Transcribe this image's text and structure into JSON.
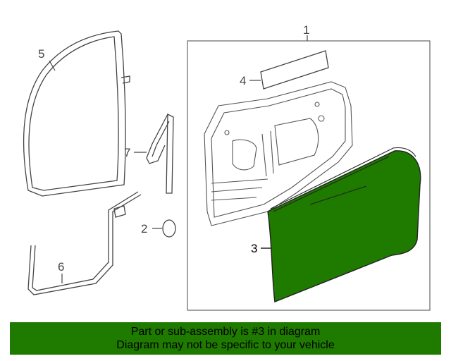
{
  "diagram": {
    "callouts": {
      "door_assembly": "1",
      "hole_plug": "2",
      "outer_panel": "3",
      "nameplate": "4",
      "body_weatherstrip": "5",
      "lower_seal": "6",
      "glass_run": "7"
    },
    "colors": {
      "highlight_fill": "#1f7a00",
      "line": "#444444",
      "banner_bg": "#1f7a00"
    }
  },
  "banner": {
    "line1": "Part or sub-assembly is #3 in diagram",
    "line2": "Diagram may not be specific to your vehicle"
  }
}
